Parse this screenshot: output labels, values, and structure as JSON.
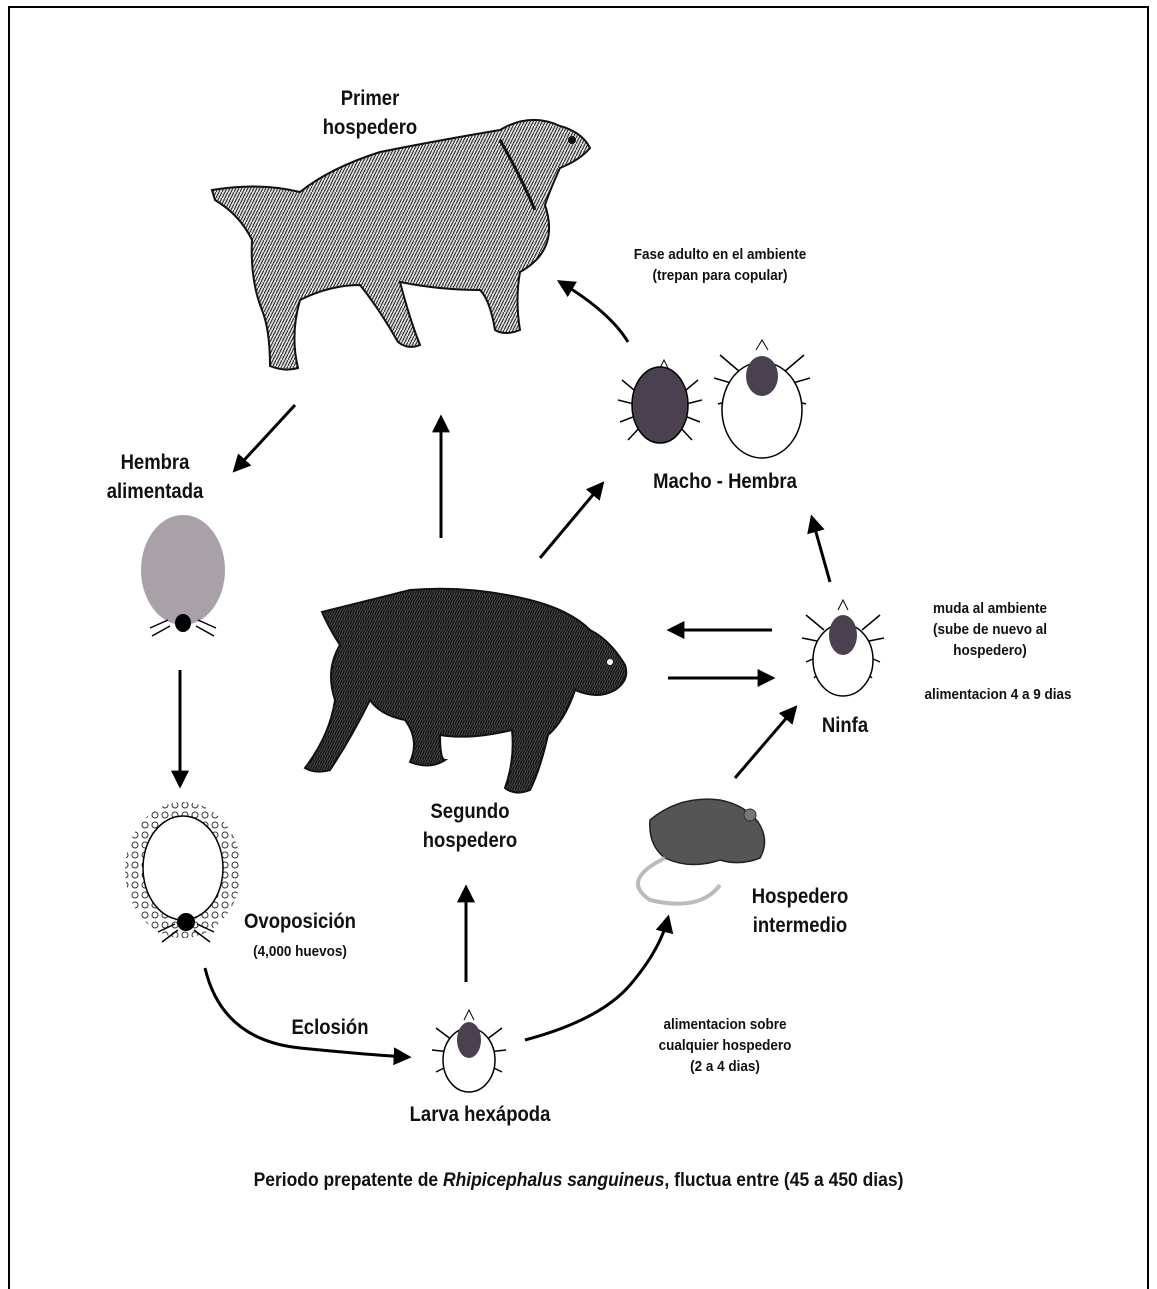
{
  "labels": {
    "primer_hospedero": "Primer\nhospedero",
    "fase_adulto": "Fase adulto en el ambiente\n(trepan para copular)",
    "macho_hembra": "Macho - Hembra",
    "hembra_alimentada": "Hembra\nalimentada",
    "muda": "muda al ambiente\n(sube de nuevo al\nhospedero)",
    "alimentacion_ninfa": "alimentacion 4 a 9 dias",
    "ninfa": "Ninfa",
    "segundo_hospedero": "Segundo\nhospedero",
    "hospedero_intermedio": "Hospedero\nintermedio",
    "ovoposicion": "Ovoposición",
    "huevos": "(4,000 huevos)",
    "eclosion": "Eclosión",
    "alimentacion_cualquier": "alimentacion sobre\ncualquier hospedero\n(2 a 4 dias)",
    "larva": "Larva hexápoda"
  },
  "caption": {
    "before": "Periodo prepatente de ",
    "species": "Rhipicephalus sanguineus",
    "after": ", fluctua entre (45 a 450 dias)"
  },
  "colors": {
    "tick_body": "#4a4050",
    "engorged_female": "#a8a2a8",
    "arrow": "#000000"
  }
}
